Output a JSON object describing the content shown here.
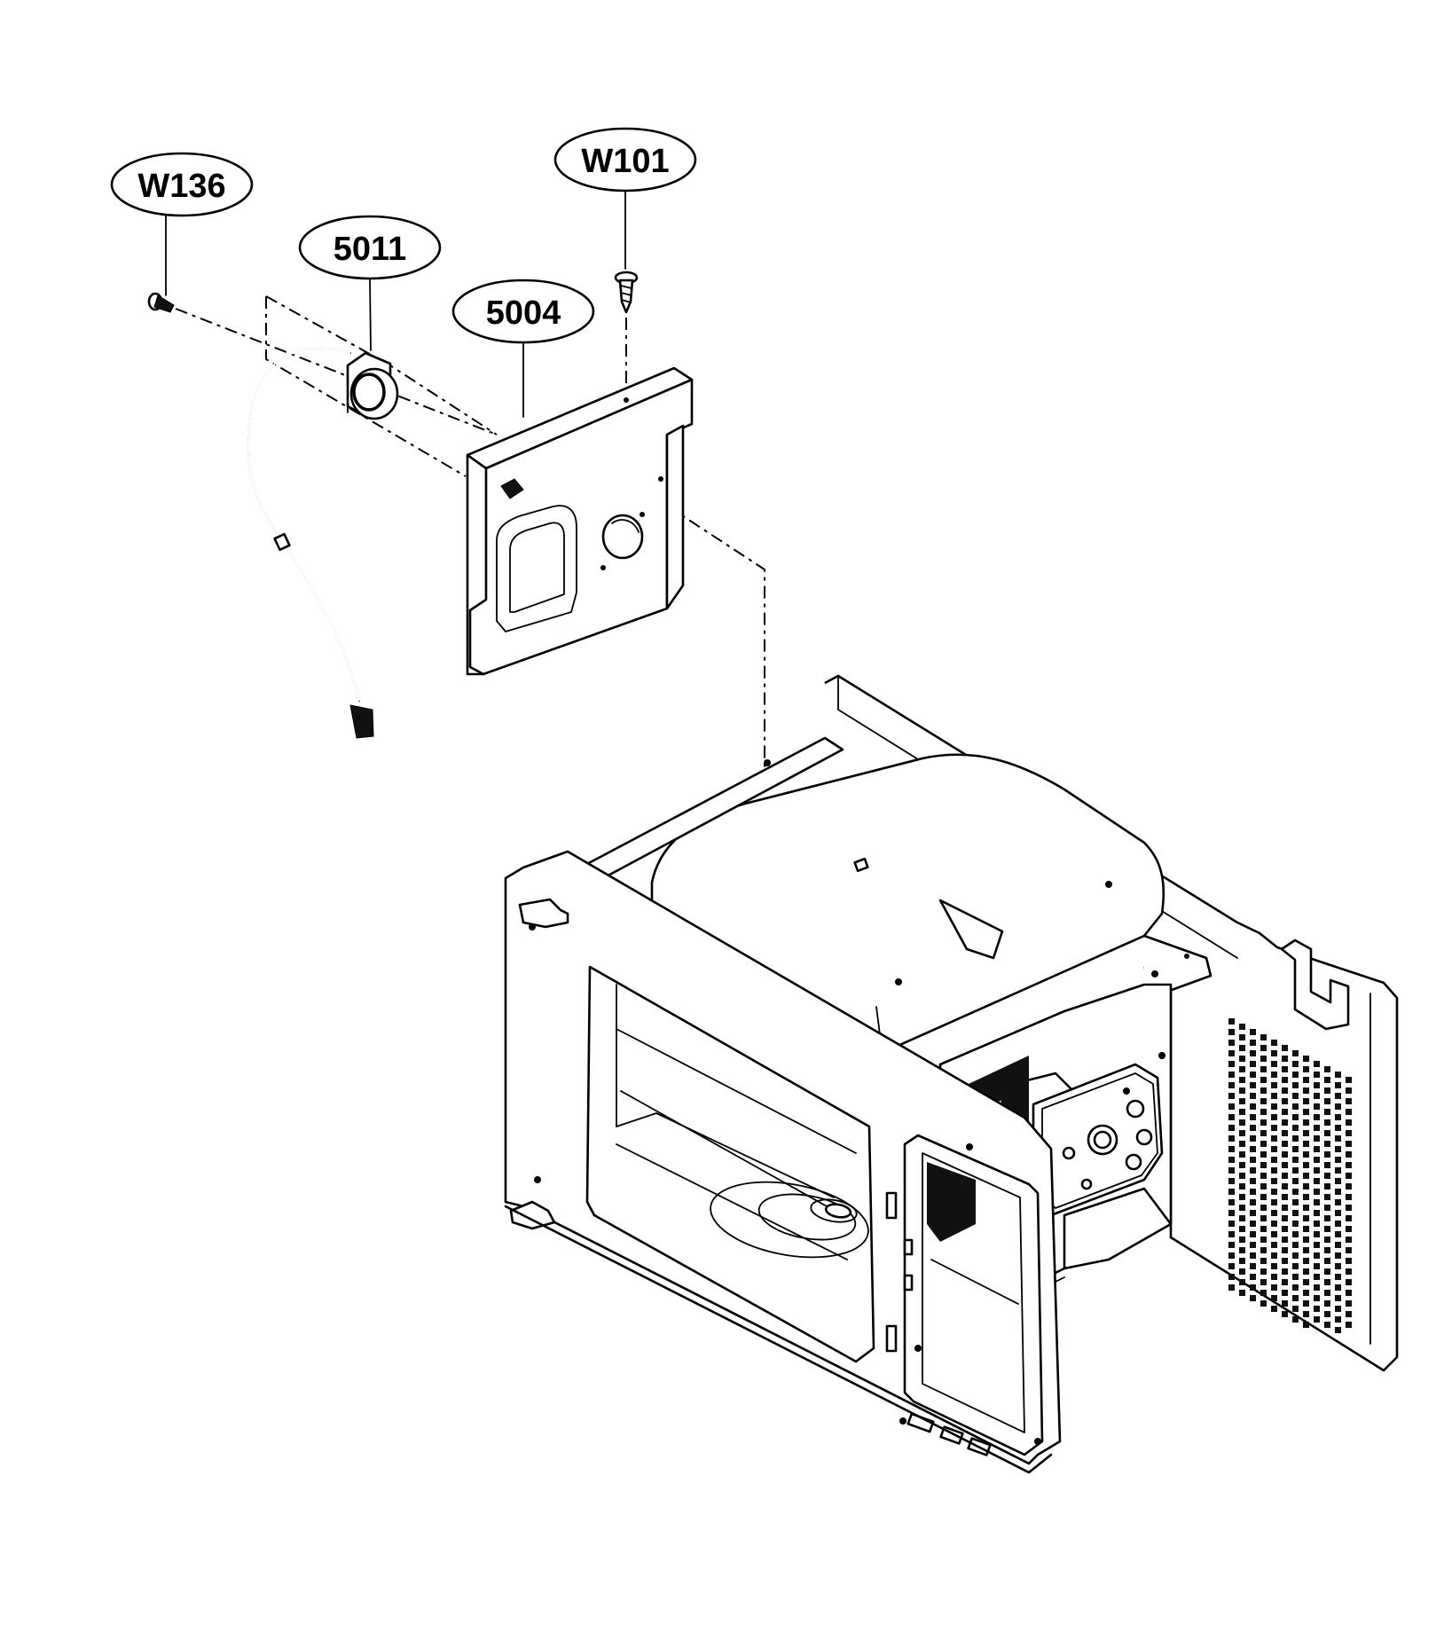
{
  "colors": {
    "ink": "#000000",
    "paper": "#ffffff"
  },
  "callouts": [
    {
      "id": "w136",
      "label": "W136"
    },
    {
      "id": "p5011",
      "label": "5011"
    },
    {
      "id": "p5004",
      "label": "5004"
    },
    {
      "id": "w101",
      "label": "W101"
    }
  ],
  "parts": {
    "w136": "screw-icon",
    "p5011": "switch-with-cable",
    "p5004": "bracket",
    "w101": "screw-icon",
    "chassis": "microwave-cavity-assembly"
  }
}
